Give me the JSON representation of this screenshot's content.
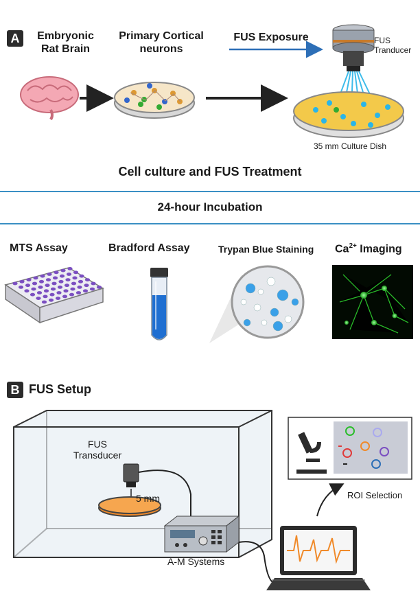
{
  "panel_a": {
    "badge": "A",
    "step1": "Embryonic\nRat Brain",
    "step2": "Primary Cortical\nneurons",
    "step3": "FUS Exposure",
    "transducer": "FUS\nTranducer",
    "dish": "35 mm Culture Dish",
    "section_title": "Cell culture and FUS Treatment",
    "incubation": "24-hour Incubation",
    "assays": {
      "mts": "MTS Assay",
      "bradford": "Bradford Assay",
      "trypan": "Trypan Blue Staining",
      "calcium_base": "Ca",
      "calcium_sup": "2+",
      "calcium_rest": " Imaging"
    }
  },
  "panel_b": {
    "badge": "B",
    "title": "FUS Setup",
    "transducer": "FUS\nTransducer",
    "distance": "5 mm",
    "amplifier": "A-M Systems",
    "roi": "ROI Selection"
  },
  "colors": {
    "divider": "#3a8fc4",
    "accent_blue": "#2d6fb7",
    "dish_orange": "#f08a2a",
    "plate_purple": "#7b4fc1",
    "tube_blue": "#1f6fd1",
    "calcium_green": "#3cff3c"
  }
}
